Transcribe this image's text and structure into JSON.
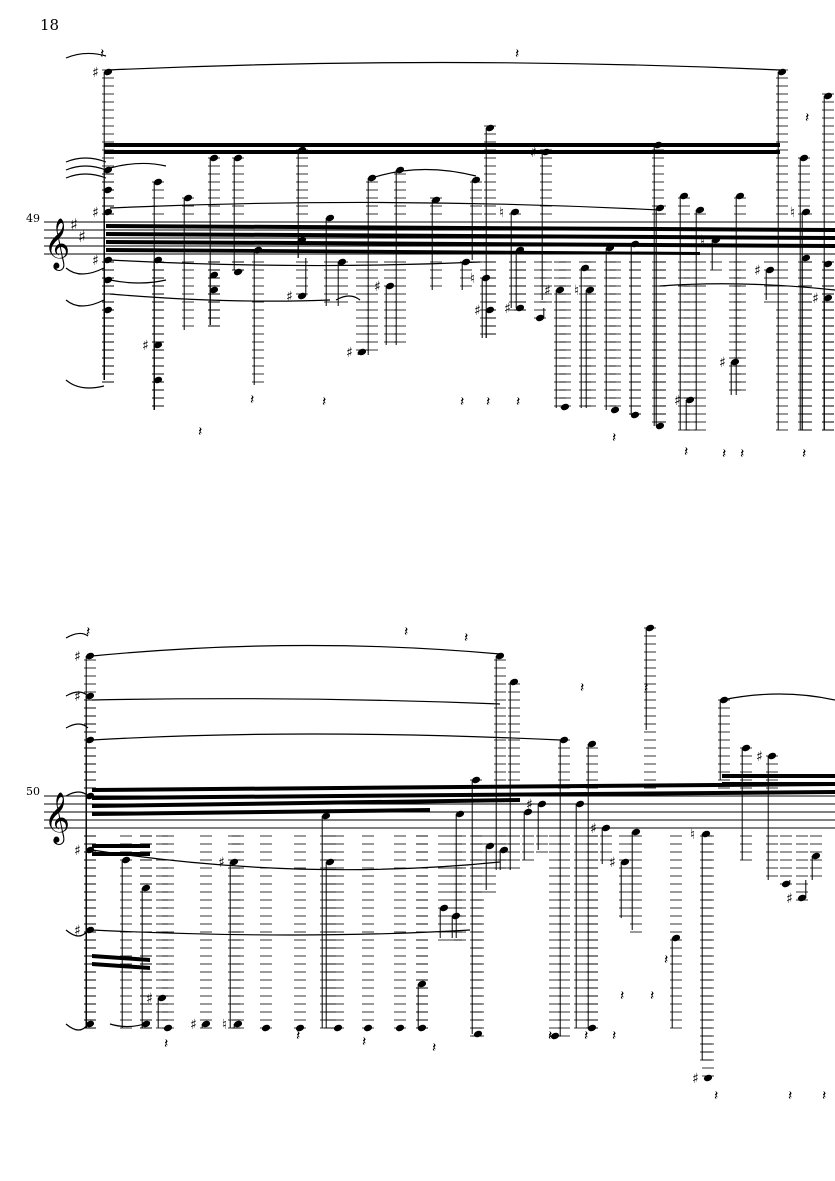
{
  "page": {
    "number": "18"
  },
  "systems": [
    {
      "measure_number": "49",
      "clef": "treble",
      "key_signature": "D major (two sharps)"
    },
    {
      "measure_number": "50",
      "clef": "treble",
      "key_signature": "C major (none)"
    }
  ],
  "colors": {
    "ink": "#000000",
    "paper": "#ffffff"
  },
  "icons": [
    "treble-clef-icon",
    "sharp-icon",
    "natural-icon",
    "rest-icon"
  ]
}
